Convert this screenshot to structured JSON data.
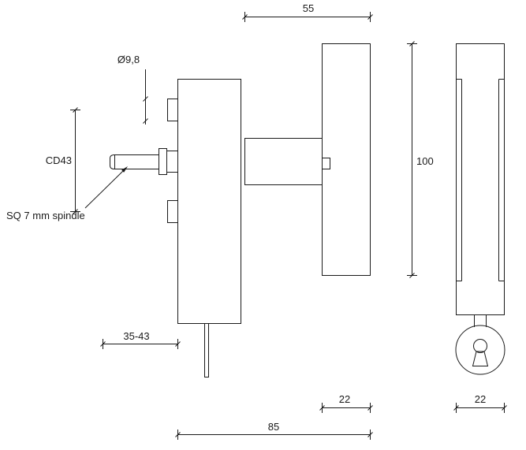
{
  "drawing": {
    "type": "technical-diagram",
    "colors": {
      "line": "#1a1a1a",
      "background": "#ffffff"
    },
    "dimensions": {
      "neck_length": "55",
      "grip_height": "100",
      "grip_width": "22",
      "lock_body_width": "22",
      "overall_length": "85",
      "hole_diameter": "Ø9,8",
      "centre_distance": "CD43",
      "backset_range": "35-43"
    },
    "annotations": {
      "spindle_note": "SQ 7 mm spindle"
    }
  }
}
